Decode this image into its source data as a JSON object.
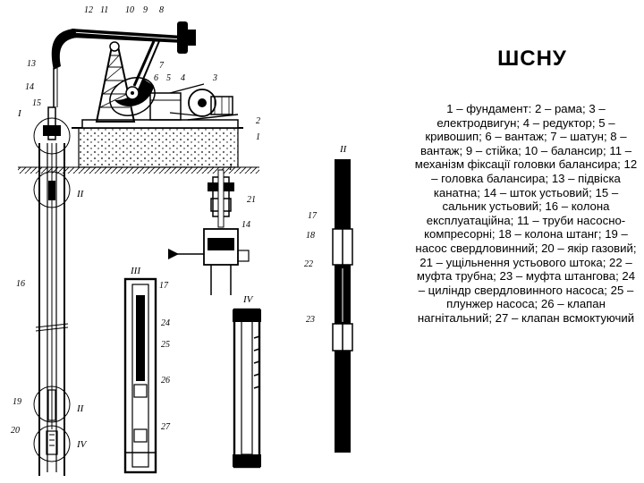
{
  "title": "ШСНУ",
  "legend": [
    "1 – фундамент:",
    "2 – рама;",
    "3 – електродвигун;",
    "4 – редуктор;",
    "5 – кривошип;",
    "6 – вантаж;",
    "7 – шатун;",
    "8 – вантаж;",
    "9 – стійка;",
    "10 – балансир;",
    "11 – механізм фіксації головки балансира;",
    "12 – головка балансира;",
    "13 – підвіска канатна;",
    "14 – шток устьовий;",
    "15 – сальник устьовий;",
    "16 – колона експлуатаційна;",
    "11 – труби насосно-компресорні;",
    "18 – колона штанг;",
    "19 – насос свердловинний;",
    "20 – якір газовий;",
    "21 – ущільнення устьового штока;",
    "22 – муфта трубна;",
    "23 – муфта штангова;",
    "24 – циліндр свердловинного насоса;",
    "25 – плунжер насоса;",
    "26 – клапан нагнітальний;",
    "27 – клапан всмоктуючий"
  ],
  "figure": {
    "main_labels": [
      "12",
      "11",
      "10",
      "9",
      "8",
      "13",
      "7",
      "6",
      "5",
      "4",
      "3",
      "14",
      "15",
      "2",
      "1",
      "16",
      "19",
      "20"
    ],
    "roman": [
      "I",
      "II",
      "II",
      "IV",
      "I",
      "II",
      "III",
      "IV"
    ],
    "detail_labels": [
      "21",
      "14",
      "17",
      "24",
      "25",
      "26",
      "27",
      "17",
      "18",
      "22",
      "23"
    ]
  }
}
